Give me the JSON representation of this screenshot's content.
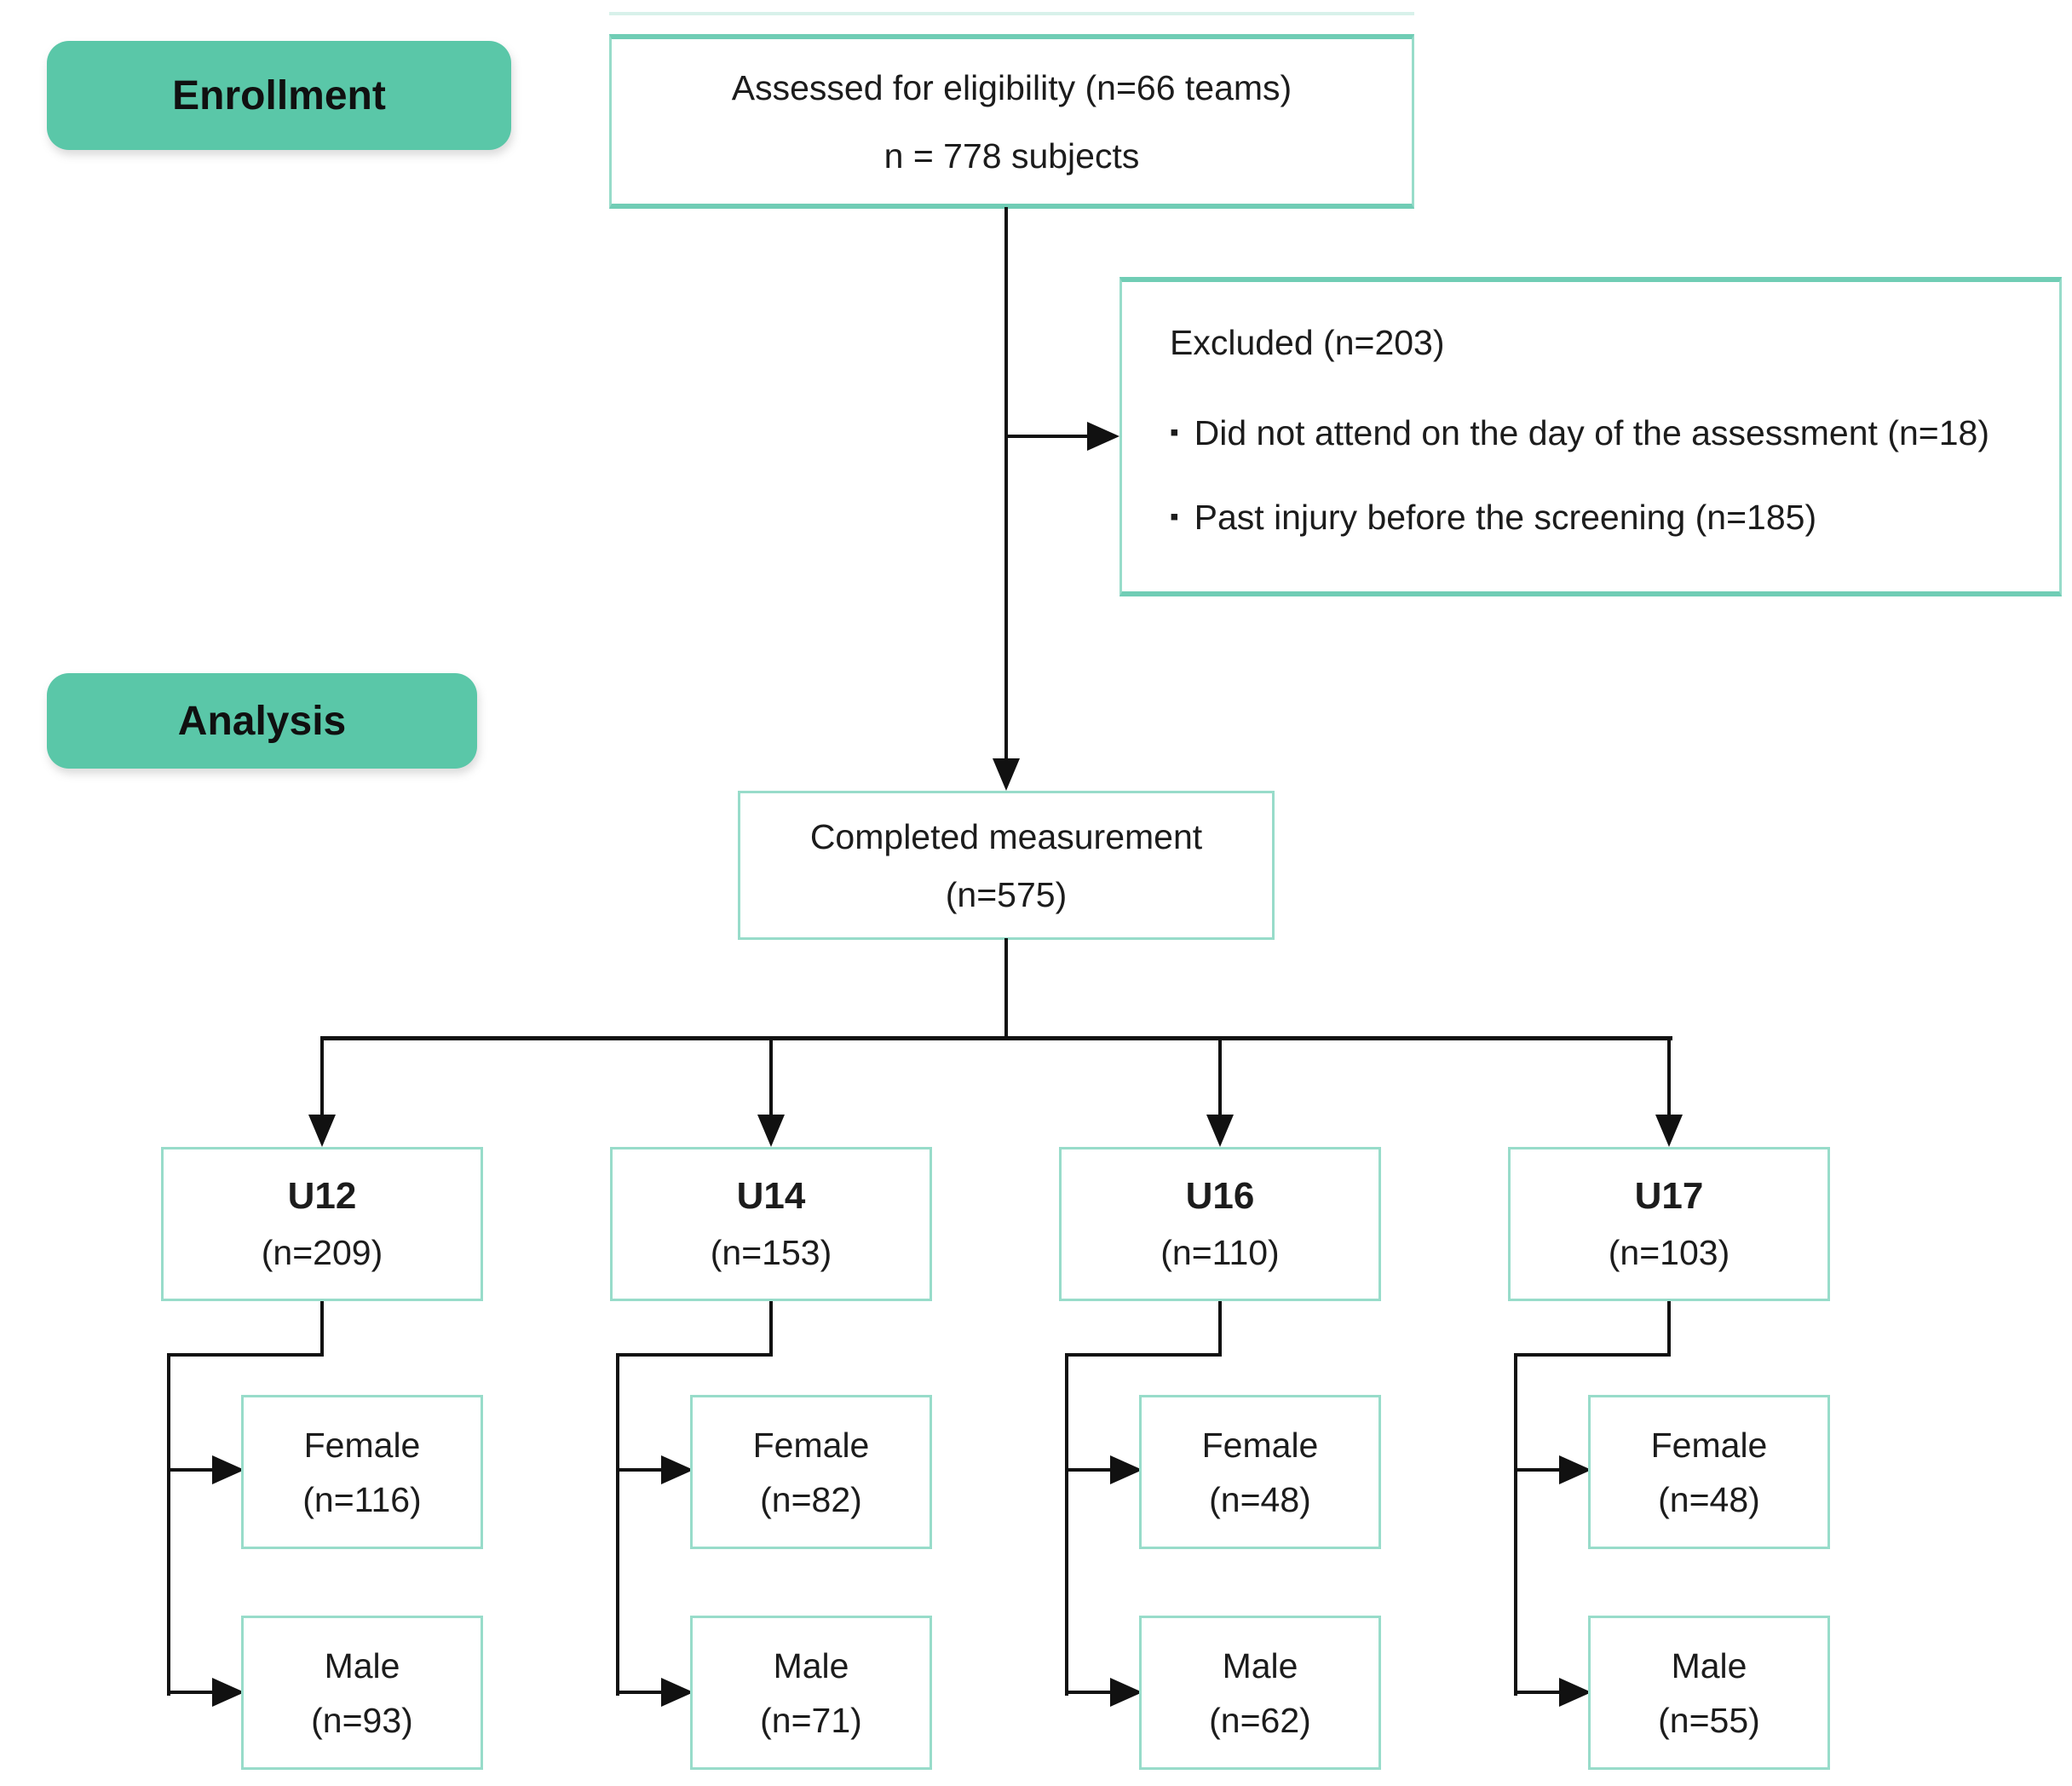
{
  "stages": {
    "enrollment": "Enrollment",
    "analysis": "Analysis"
  },
  "assessed": {
    "line1": "Assessed for eligibility (n=66 teams)",
    "line2": "n = 778 subjects"
  },
  "excluded": {
    "title": "Excluded (n=203)",
    "bullet_char": "▪",
    "bullets": [
      "Did not attend on the day of the assessment (n=18)",
      "Past injury before the screening (n=185)"
    ]
  },
  "completed": {
    "line1": "Completed measurement",
    "line2": "(n=575)"
  },
  "groups": [
    {
      "name": "U12",
      "n": "(n=209)",
      "female_label": "Female",
      "female_n": "(n=116)",
      "male_label": "Male",
      "male_n": "(n=93)"
    },
    {
      "name": "U14",
      "n": "(n=153)",
      "female_label": "Female",
      "female_n": "(n=82)",
      "male_label": "Male",
      "male_n": "(n=71)"
    },
    {
      "name": "U16",
      "n": "(n=110)",
      "female_label": "Female",
      "female_n": "(n=48)",
      "male_label": "Male",
      "male_n": "(n=62)"
    },
    {
      "name": "U17",
      "n": "(n=103)",
      "female_label": "Female",
      "female_n": "(n=48)",
      "male_label": "Male",
      "male_n": "(n=55)"
    }
  ],
  "colors": {
    "stage_fill": "#5ac7a8",
    "box_border": "#98dcca",
    "box_border_strong": "#70cdb5",
    "line": "#111111"
  }
}
